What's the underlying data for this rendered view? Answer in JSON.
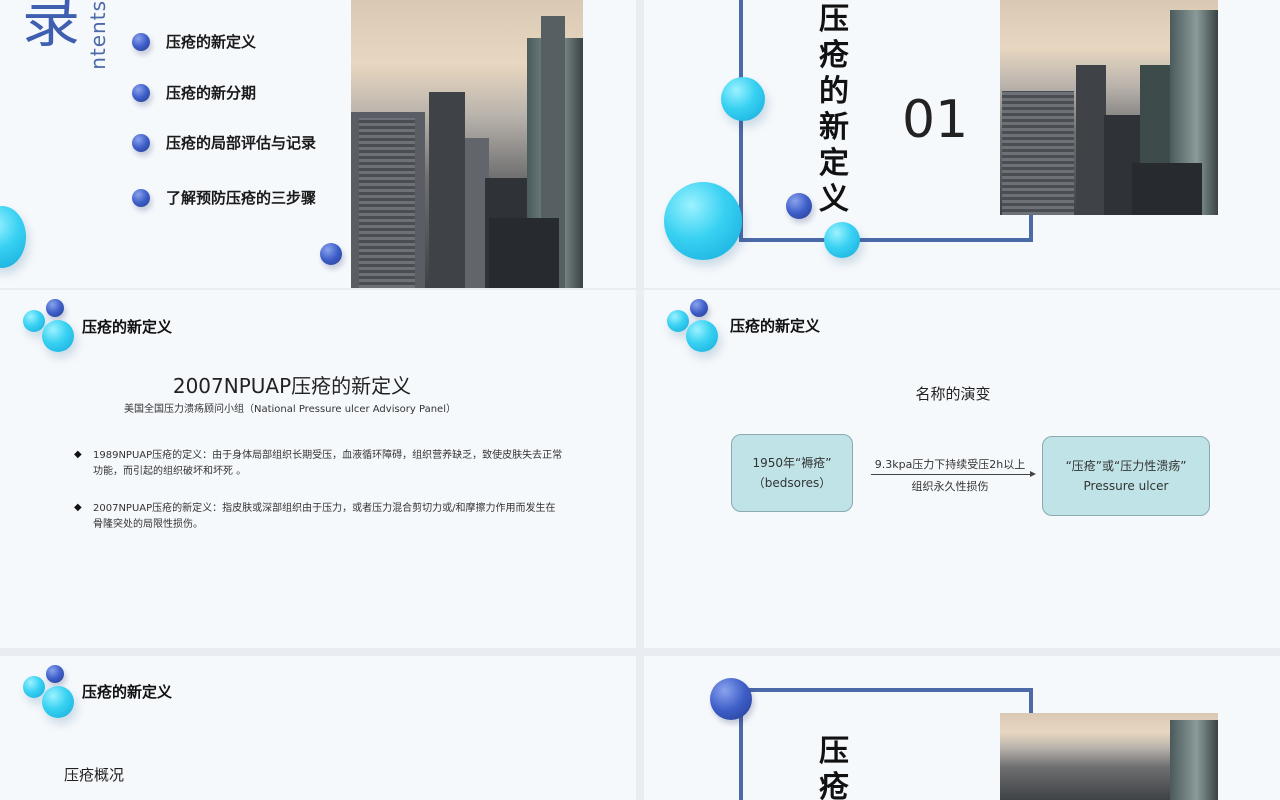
{
  "toc": {
    "title_char": "录",
    "contents_word": "ntents",
    "items": [
      "压疮的新定义",
      "压疮的新分期",
      "压疮的局部评估与记录",
      "了解预防压疮的三步骤"
    ]
  },
  "section1": {
    "title": "压疮的新定义",
    "number": "01"
  },
  "def_slide": {
    "header": "压疮的新定义",
    "title": "2007NPUAP压疮的新定义",
    "subtitle": "美国全国压力溃疡顾问小组（National  Pressure ulcer Advisory Panel）",
    "bullets": [
      {
        "line1": "1989NPUAP压疮的定义：由于身体局部组织长期受压，血液循环障碍，组织营养缺乏，致使皮肤失去正常",
        "line2": "功能，而引起的组织破坏和坏死 。"
      },
      {
        "line1": "2007NPUAP压疮的新定义：指皮肤或深部组织由于压力，或者压力混合剪切力或/和摩擦力作用而发生在",
        "line2": "骨隆突处的局限性损伤。"
      }
    ]
  },
  "evo_slide": {
    "header": "压疮的新定义",
    "title": "名称的演变",
    "box_left": {
      "line1": "1950年“褥疮”",
      "line2": "（bedsores）"
    },
    "arrow_top": "9.3kpa压力下持续受压2h以上",
    "arrow_bottom": "组织永久性损伤",
    "box_right": {
      "line1": "“压疮”或“压力性溃疡”",
      "line2": "Pressure ulcer"
    }
  },
  "overview_slide": {
    "header": "压疮的新定义",
    "subtitle": "压疮概况"
  },
  "section1b": {
    "title": "压疮"
  },
  "colors": {
    "accent": "#4d6aa8",
    "cyan": "#2cc6ee",
    "navy": "#3551b5",
    "box": "#bfe3e6"
  }
}
